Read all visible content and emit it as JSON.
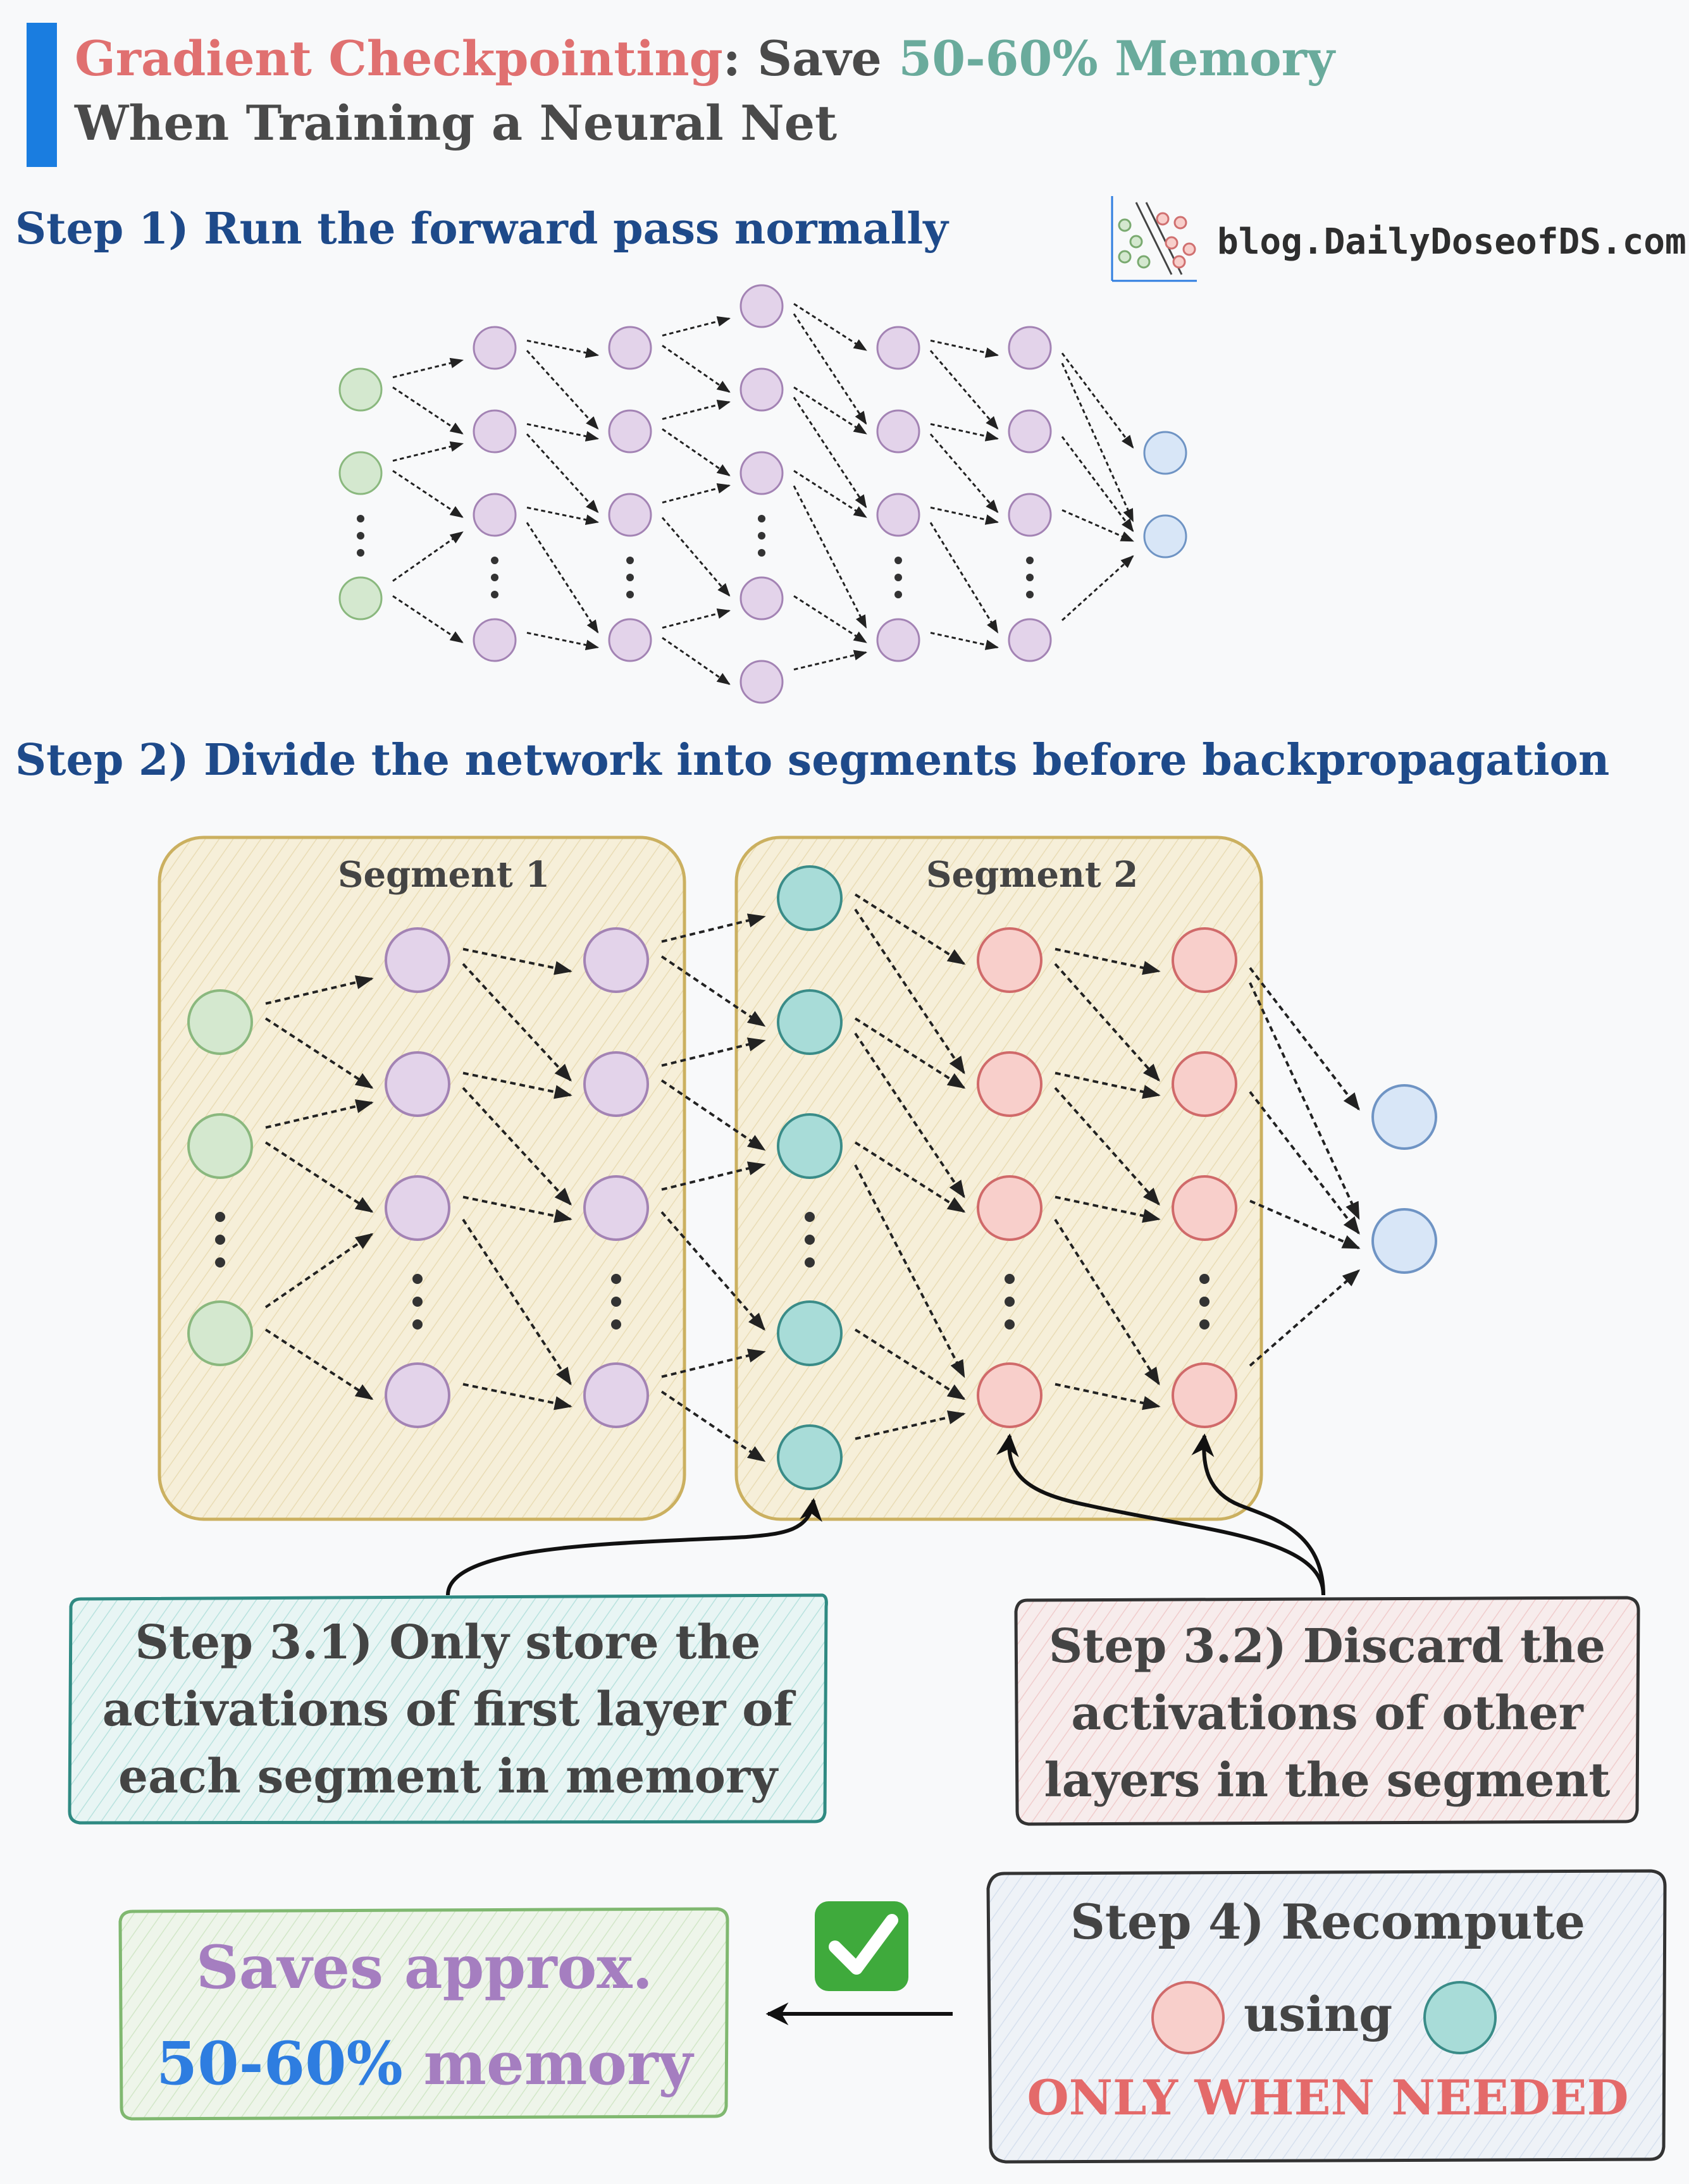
{
  "title": {
    "part1": "Gradient Checkpointing",
    "part2": ": Save ",
    "part3": "50-60% Memory",
    "line2": "When Training a Neural Net"
  },
  "brand": {
    "text": "blog.DailyDoseofDS.com",
    "icon": "scatter-plot-icon"
  },
  "step1": {
    "heading": "Step 1) Run the forward pass normally"
  },
  "step2": {
    "heading": "Step 2) Divide the network into segments before backpropagation"
  },
  "segments": [
    {
      "label": "Segment 1"
    },
    {
      "label": "Segment 2"
    }
  ],
  "step31": {
    "line1": "Step 3.1) Only store the",
    "line2": "activations of first layer of",
    "line3": "each segment in memory"
  },
  "step32": {
    "line1": "Step 3.2) Discard the",
    "line2": "activations of other",
    "line3": "layers in the segment"
  },
  "step4": {
    "line1": "Step 4) Recompute",
    "using": "using",
    "line3": "ONLY WHEN NEEDED"
  },
  "savings": {
    "line1": "Saves approx.",
    "percent": "50-60%",
    "word": " memory"
  },
  "check_icon": "check-mark-icon",
  "colors": {
    "title_red": "#e07070",
    "title_green": "#6aab9c",
    "heading_blue": "#1e4a8a",
    "accent_bar": "#1a7de0",
    "input_node": "#d4e8cf",
    "hidden_node": "#e3d3ea",
    "output_node": "#d8e6f7",
    "stored_node": "#a8dcd8",
    "discarded_node": "#f8cfcb",
    "savings_purple": "#a57ec0",
    "savings_blue": "#2e7de0",
    "needed_red": "#e46a6a"
  }
}
